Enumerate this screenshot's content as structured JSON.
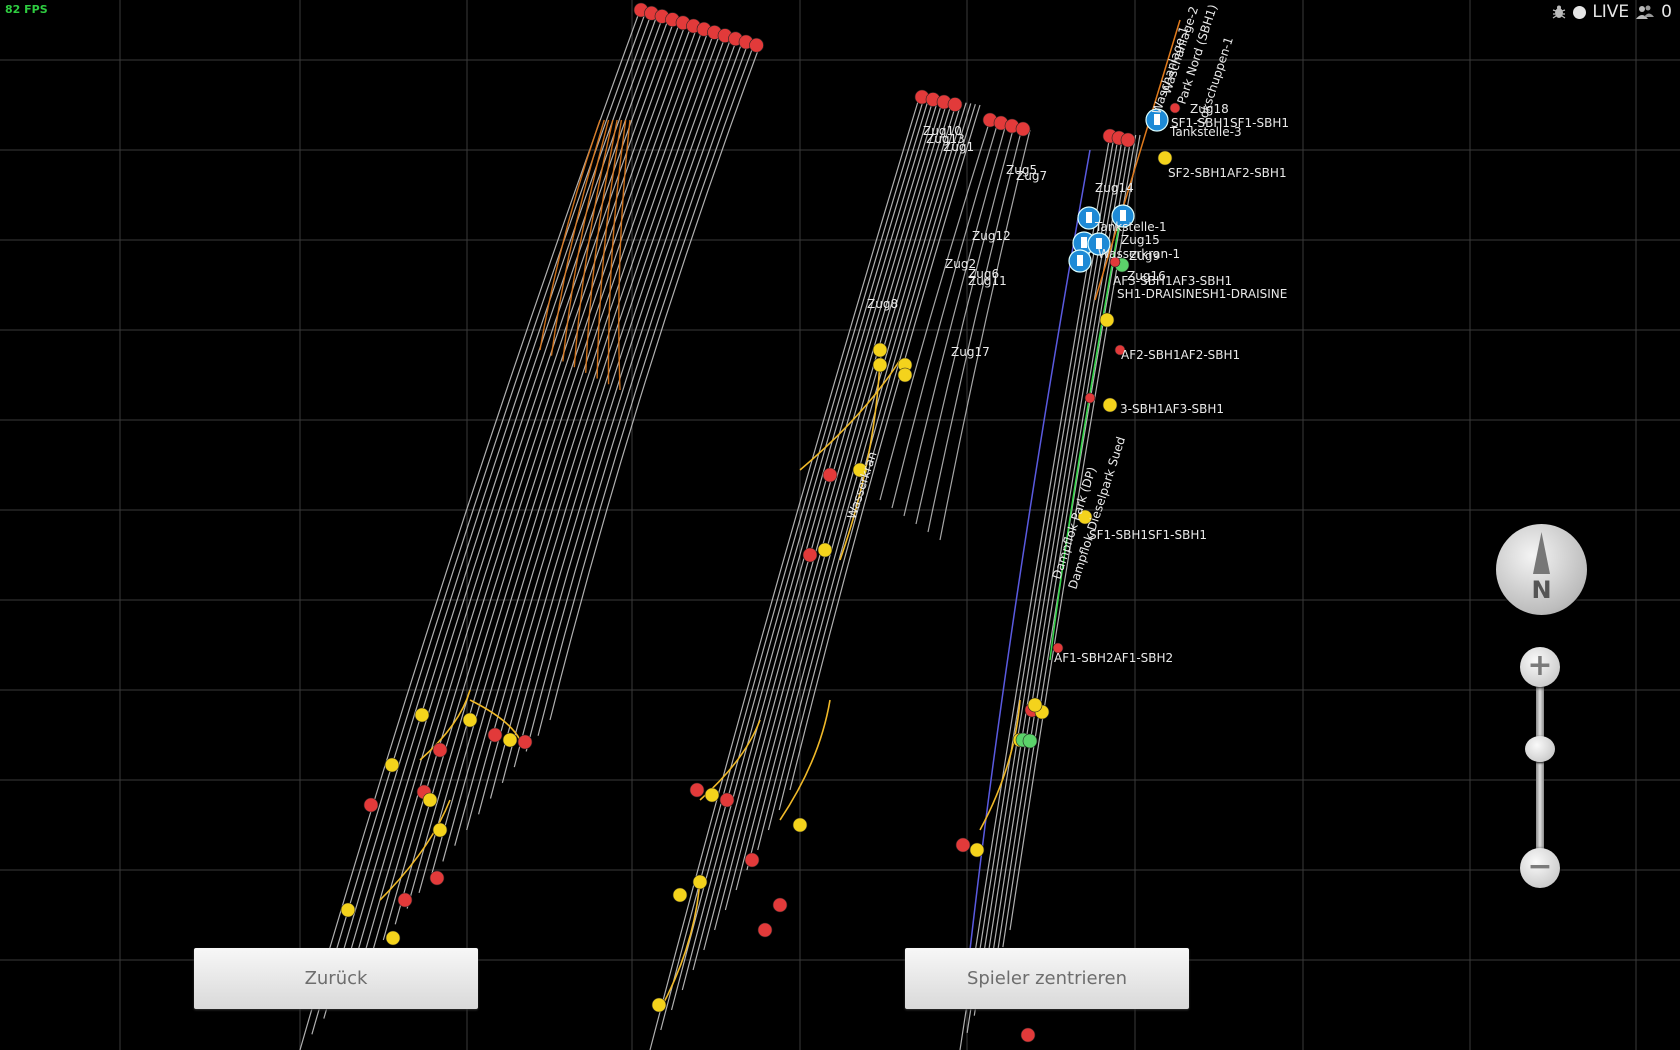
{
  "status": {
    "fps": "82 FPS",
    "live_label": "LIVE",
    "player_count": "0",
    "icons": [
      "bug-icon",
      "record-dot-icon",
      "players-icon"
    ]
  },
  "buttons": {
    "back_label": "Zurück",
    "center_label": "Spieler zentrieren"
  },
  "controls": {
    "compass_label": "N",
    "zoom_in_label": "+",
    "zoom_out_label": "−"
  },
  "map": {
    "labels": [
      "Zug18",
      "Tankstelle-3",
      "SF1-SBH1SF1-SBH1",
      "SF2-SBH1AF2-SBH1",
      "Tankstelle-1",
      "Wasserkran-1",
      "AF3-SBH1AF3-SBH1",
      "SH1-DRAISINESH1-DRAISINE",
      "AF2-SBH1AF2-SBH1",
      "3-SBH1AF3-SBH1",
      "SF1-SBH1SF1-SBH1",
      "AF1-SBH2AF1-SBH2",
      "Zug10",
      "Zug13",
      "Zug1",
      "Zug5",
      "Zug7",
      "Zug12",
      "Zug2",
      "Zug6",
      "Zug11",
      "Zug8",
      "Zug17",
      "Zug14",
      "Zug15",
      "Zug9",
      "Zug16",
      "Dampflok Park (DP)",
      "Dampflok Dieselpark Sued",
      "Wasserkran",
      "Waschanlage-1",
      "Waschanlage-2",
      "Park Nord (SBH1)",
      "Lokschuppen-1"
    ]
  },
  "colors": {
    "background": "#000000",
    "grid": "#3a3a3a",
    "track": "#cfcfcf",
    "track_orange": "#e07a1c",
    "track_yellow": "#f0b929",
    "signal_red": "#e23a3a",
    "signal_yellow": "#f4d31c",
    "signal_green": "#5bd36a",
    "poi_blue": "#1d8ad6",
    "fps_green": "#2ecc40"
  }
}
